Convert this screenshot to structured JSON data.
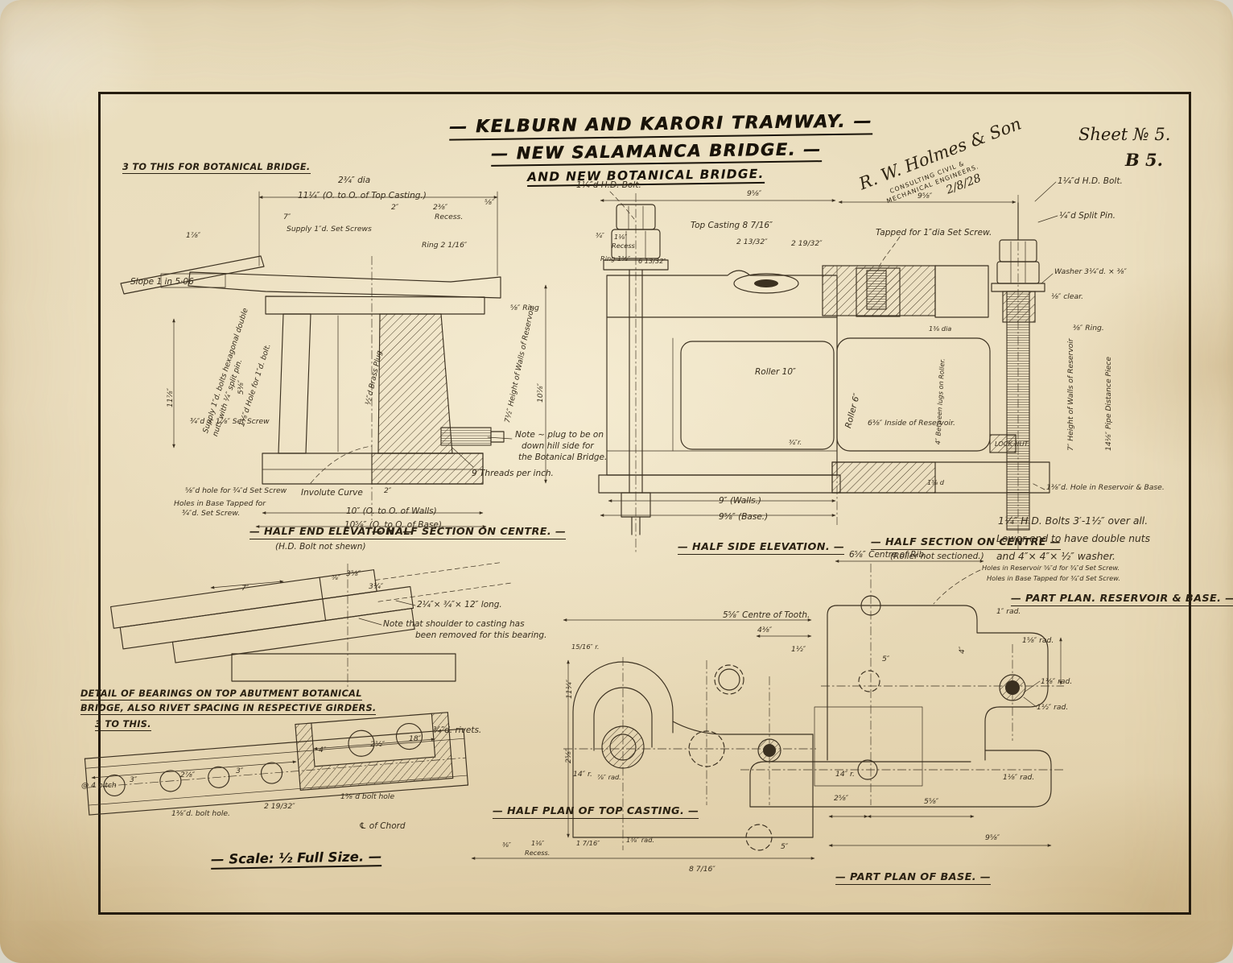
{
  "header": {
    "title1": "— KELBURN AND KARORI TRAMWAY. —",
    "title2": "— NEW SALAMANCA BRIDGE. —",
    "title3": "AND NEW BOTANICAL BRIDGE.",
    "sheet_no": "Sheet № 5.",
    "sheet_code": "B 5.",
    "stamp_name": "R. W. Holmes & Son",
    "stamp_line1": "CONSULTING CIVIL &",
    "stamp_line2": "MECHANICAL ENGINEERS.",
    "stamp_date": "2/8/28"
  },
  "v1": {
    "h": "3 TO THIS FOR BOTANICAL BRIDGE.",
    "cap1": "— HALF END ELEVATION. —",
    "cap1b": "(H.D. Bolt not shewn)",
    "cap2": "— HALF SECTION ON CENTRE. —",
    "d": [
      "2¾″ dia",
      "11¼″ (O. to O. of Top Casting.)",
      "7″",
      "Supply 1″d. Set Screws",
      "2″",
      "2⅜″",
      "Recess.",
      "⅝″",
      "1⅞″",
      "Ring 2 1/16″",
      "Slope   1 in 5·06",
      "Supply 1″d. bolts hexagonal double",
      "nuts with ¼″ split pin.",
      "1⅛″d Hole for 1″d. bolt.",
      "11⅞″",
      "5⅜″",
      "¾″d × 1⅞″ Set Screw",
      "½″d Brass Plug",
      "7½″ Height of Walls of Reservoir",
      "Note ~ plug to be on",
      "down hill side for",
      "the Botanical Bridge.",
      "9 Threads per inch.",
      "⅝″d hole for ¾″d Set Screw",
      "Holes in Base Tapped for",
      "¾″d. Set Screw.",
      "Involute Curve",
      "2″",
      "10″ (O. to O. of Walls)",
      "10⅝″ (O. to O. of Base).",
      "⅝″ Ring",
      "10⅞″"
    ]
  },
  "v2": {
    "cap": "— HALF SIDE ELEVATION. —",
    "d": [
      "1¼″d H.D. Bolt.",
      "9⅝″",
      "Top Casting 8 7/16″",
      "¾″",
      "1⅛″",
      "Recess",
      "Ring 1⅛″",
      "6 13/32″",
      "2 13/32″",
      "2 19/32″",
      "Tapped for 1″dia Set Screw.",
      "Roller 10″",
      "Roller 6″",
      "6⅜″ Inside of Reservoir.",
      "4″ Between lugs on Roller.",
      "1⅜ dia",
      "¾″r.",
      "9″ (Walls.)",
      "9⅝″ (Base.)"
    ]
  },
  "v3": {
    "cap": "— HALF SECTION ON CENTRE —",
    "capb": "(Roller not sectioned.)",
    "n1": "1¼″ H.D. Bolts  3′-1½″ over all.",
    "n2": "Lower end to have double nuts",
    "n3": "and 4″× 4″× ½″ washer.",
    "d": [
      "9⅝″",
      "1¼″d H.D. Bolt.",
      "¼″d Split Pin.",
      "Washer 3¼″d. × ⅜″",
      "⅛″ clear.",
      "⅜″ Ring.",
      "7″ Height of Walls of Reservoir",
      "14⅛″ Pipe Distance Piece",
      "LOCK NUT.",
      "1⅜ d",
      "1⅜″d. Hole in Reservoir & Base."
    ]
  },
  "v4": {
    "h1": "DETAIL OF BEARINGS ON TOP ABUTMENT BOTANICAL",
    "h2": "BRIDGE, ALSO RIVET SPACING IN RESPECTIVE GIRDERS.",
    "h3": "3 TO THIS.",
    "n1": "Note that shoulder to casting has",
    "n2": "been removed for this bearing.",
    "d": [
      "7″",
      "3⅝″",
      "3¼″",
      "⅝″",
      "2¼″× ¾″× 12″ long."
    ]
  },
  "v5": {
    "scale": "— Scale: ½ Full Size. —",
    "d": [
      "¾″d. rivets.",
      "4″",
      "2½″",
      "18″",
      "@ 4 pitch",
      "3″",
      "2⅞″",
      "3″",
      "1⅜″d. bolt hole.",
      "2 19/32″",
      "1⅜″d bolt hole",
      "℄ of Chord"
    ]
  },
  "v6": {
    "cap": "— HALF PLAN OF TOP CASTING. —",
    "d": [
      "5⅝″ Centre of Tooth.",
      "4⅜″",
      "1½″",
      "15/16″ r.",
      "11¼″",
      "14″ r.",
      "2⅝″",
      "⅞″ rad.",
      "⅜″",
      "1⅛″",
      "Recess.",
      "1 7/16″",
      "1⅜″ rad.",
      "5″",
      "8 7/16″"
    ]
  },
  "v7": {
    "cap1": "— PART PLAN. RESERVOIR & BASE. —",
    "cap2": "— PART PLAN OF BASE. —",
    "d": [
      "6⅝″ Centre of Rib.",
      "Holes in Reservoir ⅝″d for ¾″d Set Screw.",
      "Holes in Base Tapped for ¾″d Set Screw.",
      "1″ rad.",
      "1⅝″ rad.",
      "1⅛″ rad.",
      "1½″ rad.",
      "4″",
      "5″",
      "14″ r.",
      "1⅛″ rad.",
      "2⅝″",
      "5⅝″",
      "9⅝″"
    ]
  }
}
